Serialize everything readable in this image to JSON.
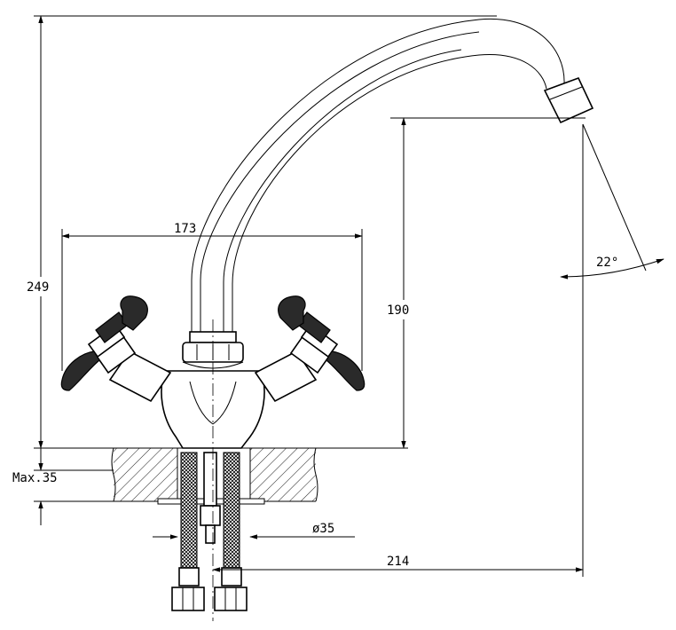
{
  "dimensions": {
    "height_total": "249",
    "handle_span": "173",
    "spout_height": "190",
    "spout_angle": "22°",
    "max_thickness": "Max.35",
    "hole_diameter": "ø35",
    "reach": "214"
  },
  "colors": {
    "line": "#000000",
    "background": "#ffffff",
    "knob_fill": "#2a2a2a"
  }
}
